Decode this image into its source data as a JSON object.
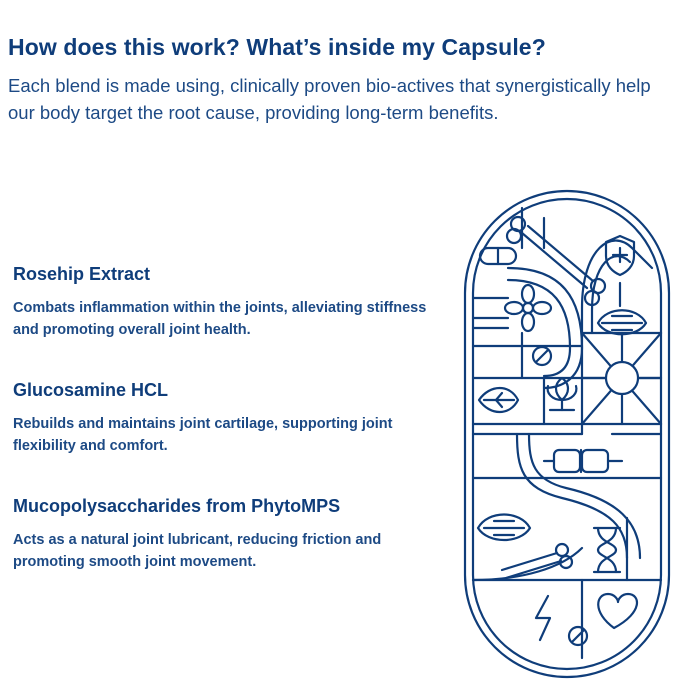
{
  "header": {
    "title": "How does this work? What’s inside my Capsule?",
    "intro": "Each blend is made using, clinically proven bio-actives that synergistically help our body target the root cause, providing long-term benefits."
  },
  "ingredients": [
    {
      "name": "Rosehip Extract",
      "description": "Combats inflammation within the joints, alleviating stiffness and promoting overall joint health."
    },
    {
      "name": "Glucosamine HCL",
      "description": "Rebuilds and maintains joint cartilage, supporting joint flexibility and comfort."
    },
    {
      "name": "Mucopolysaccharides from PhytoMPS",
      "description": "Acts as a natural joint lubricant, reducing friction and promoting smooth joint movement."
    }
  ],
  "illustration": {
    "stroke_color": "#0f3d7a",
    "icons": [
      "bone-icon",
      "shield-plus-icon",
      "pill-icon",
      "flower-icon",
      "muscle-icon",
      "tablet-icon",
      "leaf-icon",
      "lotus-icon",
      "sun-icon",
      "joint-icon",
      "hourglass-icon",
      "lightning-icon",
      "heart-icon"
    ]
  }
}
